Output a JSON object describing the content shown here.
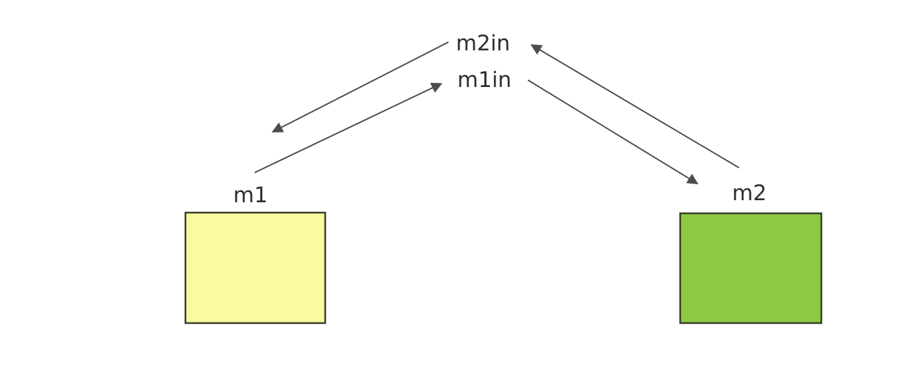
{
  "diagram": {
    "background_color": "#ffffff",
    "text_color": "#2e2e2e",
    "line_color": "#4d4d4d",
    "nodes": [
      {
        "id": "m1",
        "label": "m1",
        "fill_color": "#fafa9e",
        "border_color": "#3b3b26"
      },
      {
        "id": "m2",
        "label": "m2",
        "fill_color": "#8cc945",
        "border_color": "#3b3b26"
      }
    ],
    "ports": [
      {
        "id": "m2in",
        "label": "m2in"
      },
      {
        "id": "m1in",
        "label": "m1in"
      }
    ],
    "edges": [
      {
        "from": "m2in",
        "to": "m1"
      },
      {
        "from": "m1",
        "to": "m1in"
      },
      {
        "from": "m2",
        "to": "m2in"
      },
      {
        "from": "m1in",
        "to": "m2"
      }
    ]
  }
}
